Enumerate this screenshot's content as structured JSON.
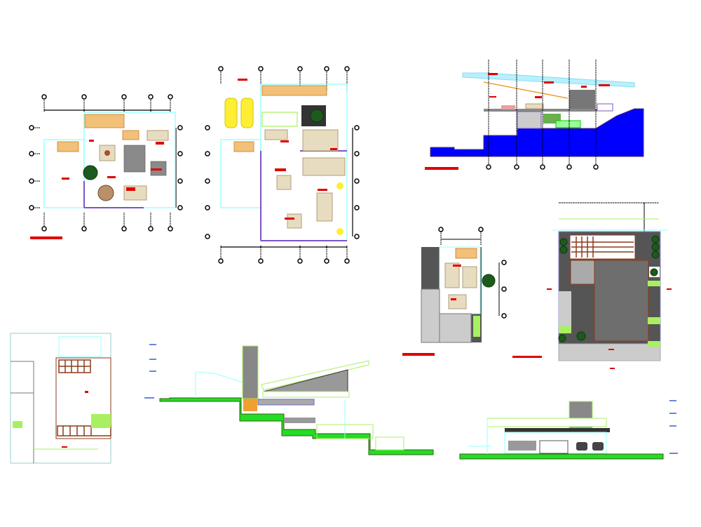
{
  "sheet": {
    "drawings": [
      {
        "id": "ground-floor-plan"
      },
      {
        "id": "upper-floor-plan"
      },
      {
        "id": "cross-section"
      },
      {
        "id": "small-floor-plan"
      },
      {
        "id": "site-plan"
      },
      {
        "id": "roof-plan"
      },
      {
        "id": "side-elevation"
      },
      {
        "id": "front-elevation"
      }
    ]
  },
  "colors": {
    "background": "#ffffff",
    "wall": "#99ffff",
    "terrain_section": "#0000ff",
    "terrain_elevation": "#22dd22",
    "title_bar": "#e00000",
    "wood": "#f2c078",
    "stone": "#6a6a6a",
    "vegetation": "#1d5a1d"
  }
}
